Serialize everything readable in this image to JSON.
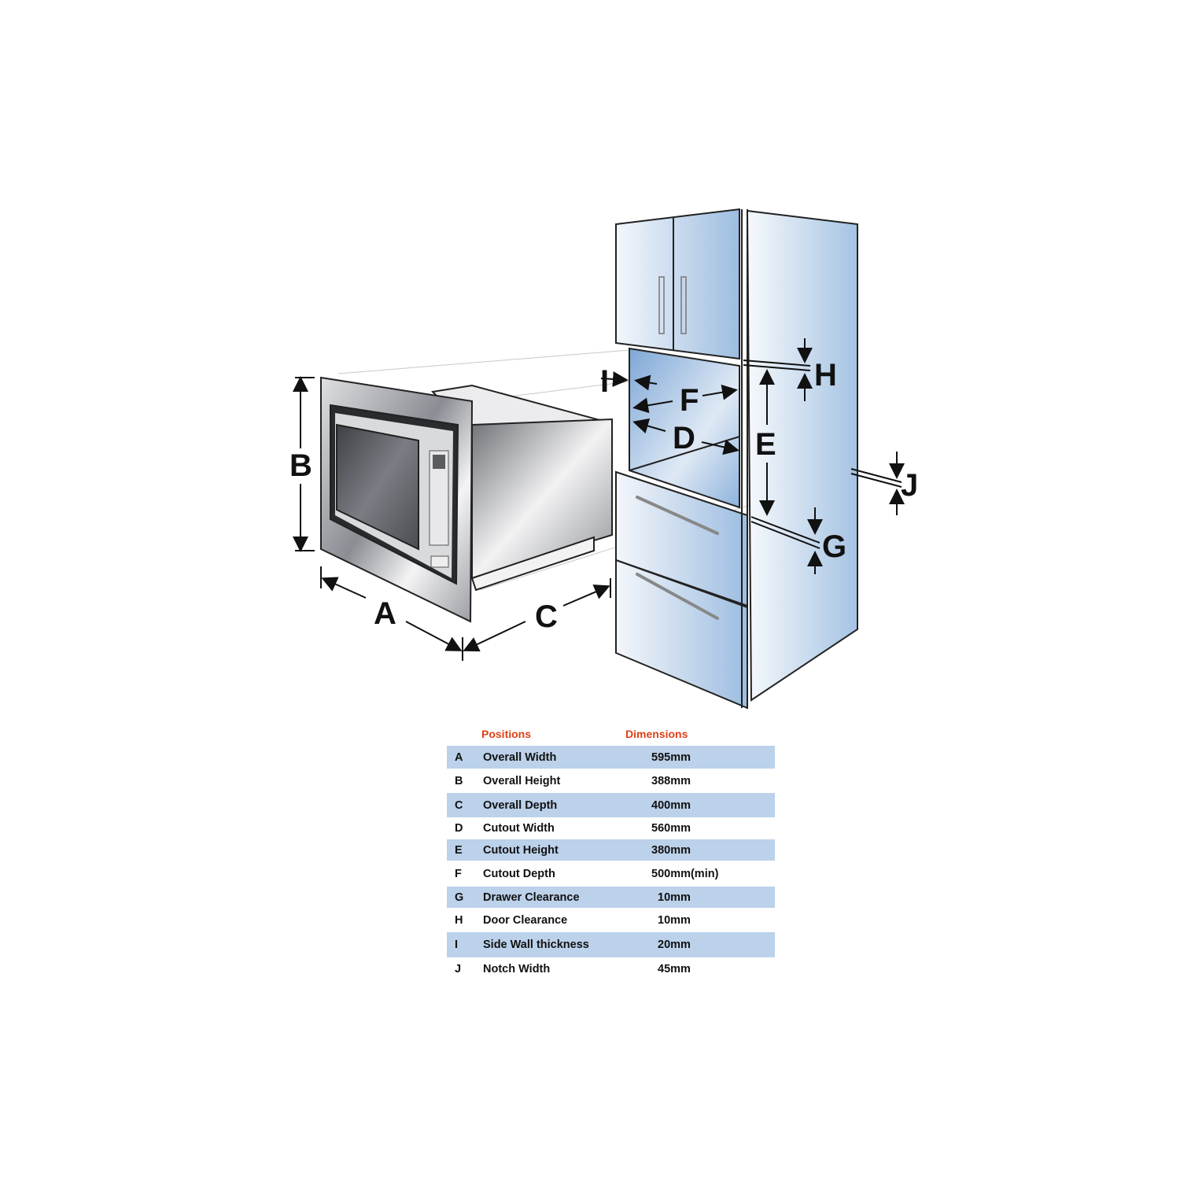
{
  "diagram": {
    "labels": {
      "A": "A",
      "B": "B",
      "C": "C",
      "D": "D",
      "E": "E",
      "F": "F",
      "G": "G",
      "H": "H",
      "I": "I",
      "J": "J"
    },
    "colors": {
      "cabinet_blue": "#9fbfe0",
      "cabinet_light": "#e9f0f8",
      "cutout_blue": "#7fa8d8",
      "steel_dark": "#5a5d63",
      "steel_light": "#e6e7ea",
      "outline": "#222222"
    }
  },
  "table": {
    "headers": {
      "positions": "Positions",
      "dimensions": "Dimensions"
    },
    "header_color": "#e0401a",
    "stripe_color": "#bcd1ea",
    "rows": [
      {
        "key": "A",
        "name": "Overall Width",
        "value": "595mm"
      },
      {
        "key": "B",
        "name": "Overall Height",
        "value": "388mm"
      },
      {
        "key": "C",
        "name": "Overall Depth",
        "value": "400mm"
      },
      {
        "key": "D",
        "name": "Cutout Width",
        "value": "560mm"
      },
      {
        "key": "E",
        "name": "Cutout Height",
        "value": "380mm"
      },
      {
        "key": "F",
        "name": "Cutout Depth",
        "value": "500mm(min)"
      },
      {
        "key": "G",
        "name": "Drawer Clearance",
        "value": "10mm"
      },
      {
        "key": "H",
        "name": "Door Clearance",
        "value": "10mm"
      },
      {
        "key": "I",
        "name": "Side Wall thickness",
        "value": "20mm"
      },
      {
        "key": "J",
        "name": "Notch Width",
        "value": "45mm"
      }
    ]
  }
}
